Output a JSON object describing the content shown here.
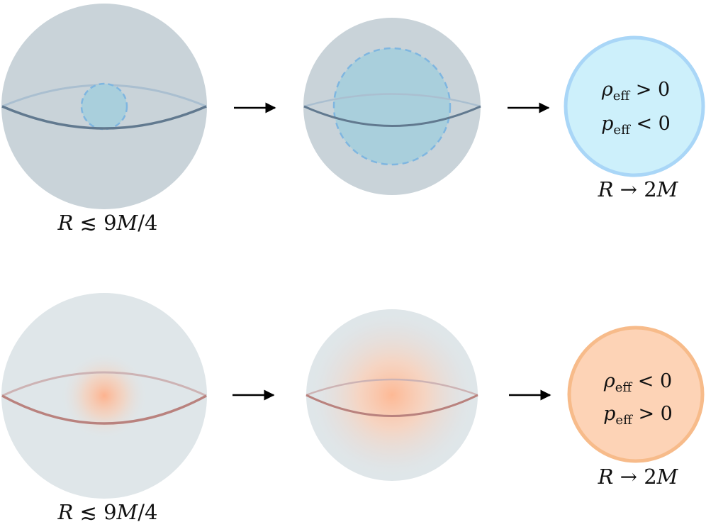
{
  "colors": {
    "top_sphere": "#c9d3d9",
    "top_inner_fill": "#a9cfdc",
    "top_inner_stroke": "#7fb6e0",
    "top_curve_front": "#61798f",
    "top_curve_back": "#a9bdce",
    "top_final_fill": "#cdf0fb",
    "top_final_stroke": "#a9d6f7",
    "bottom_sphere": "#dfe6e9",
    "bottom_glow": "#ffb48a",
    "bottom_curve_front": "#b9827e",
    "bottom_curve_back": "#cdb3b4",
    "bottom_final_fill": "#fdd3b6",
    "bottom_final_stroke": "#f7bb8a",
    "arrow": "#000000"
  },
  "rows": [
    {
      "left_label": {
        "var": "R",
        "rel": " ≲ ",
        "val": "9",
        "m": "M",
        "tail": "/4"
      },
      "final_label": {
        "var": "R",
        "rel": " → ",
        "val": "2",
        "m": "M"
      },
      "cond1": {
        "sym": "ρ",
        "sub": "eff",
        "rel": " > ",
        "val": "0"
      },
      "cond2": {
        "sym": "p",
        "sub": "eff",
        "rel": " < ",
        "val": "0"
      }
    },
    {
      "left_label": {
        "var": "R",
        "rel": " ≲ ",
        "val": "9",
        "m": "M",
        "tail": "/4"
      },
      "final_label": {
        "var": "R",
        "rel": " → ",
        "val": "2",
        "m": "M"
      },
      "cond1": {
        "sym": "ρ",
        "sub": "eff",
        "rel": " < ",
        "val": "0"
      },
      "cond2": {
        "sym": "p",
        "sub": "eff",
        "rel": " > ",
        "val": "0"
      }
    }
  ]
}
